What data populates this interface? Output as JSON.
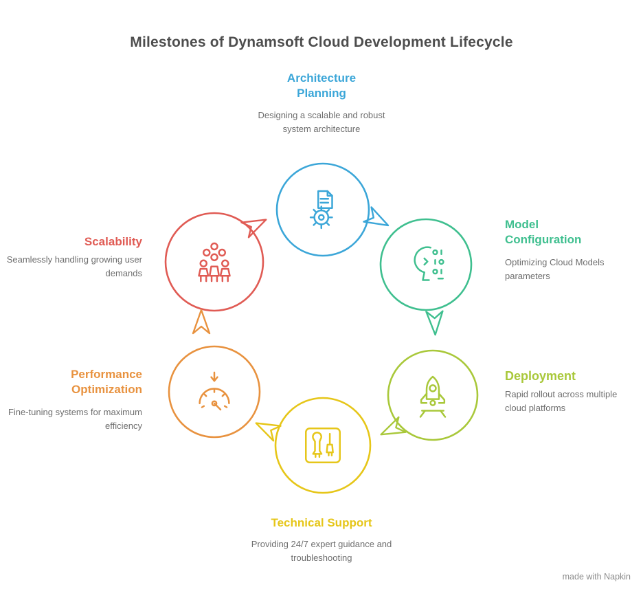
{
  "title": "Milestones of Dynamsoft Cloud Development Lifecycle",
  "watermark": "made with Napkin",
  "text_colors": {
    "title": "#4d4d4d",
    "description": "#6e6e6e",
    "watermark": "#8c8c8c"
  },
  "stages": [
    {
      "label": "Architecture Planning",
      "description": "Designing a scalable and robust system architecture",
      "color": "#3BA6D8",
      "icon": "gear-blueprint-icon",
      "position": "top"
    },
    {
      "label": "Model Configuration",
      "description": "Optimizing Cloud Models parameters",
      "color": "#3FBF8F",
      "icon": "ai-model-binary-icon",
      "position": "upper-right"
    },
    {
      "label": "Deployment",
      "description": "Rapid rollout across multiple cloud platforms",
      "color": "#A9C83A",
      "icon": "rocket-icon",
      "position": "lower-right"
    },
    {
      "label": "Technical Support",
      "description": "Providing 24/7 expert guidance and troubleshooting",
      "color": "#E6C619",
      "icon": "tools-icon",
      "position": "bottom"
    },
    {
      "label": "Performance Optimization",
      "description": "Fine-tuning systems for maximum efficiency",
      "color": "#E8923F",
      "icon": "speedometer-icon",
      "position": "lower-left"
    },
    {
      "label": "Scalability",
      "description": "Seamlessly handling growing user demands",
      "color": "#E05B54",
      "icon": "team-crowd-icon",
      "position": "upper-left"
    }
  ]
}
